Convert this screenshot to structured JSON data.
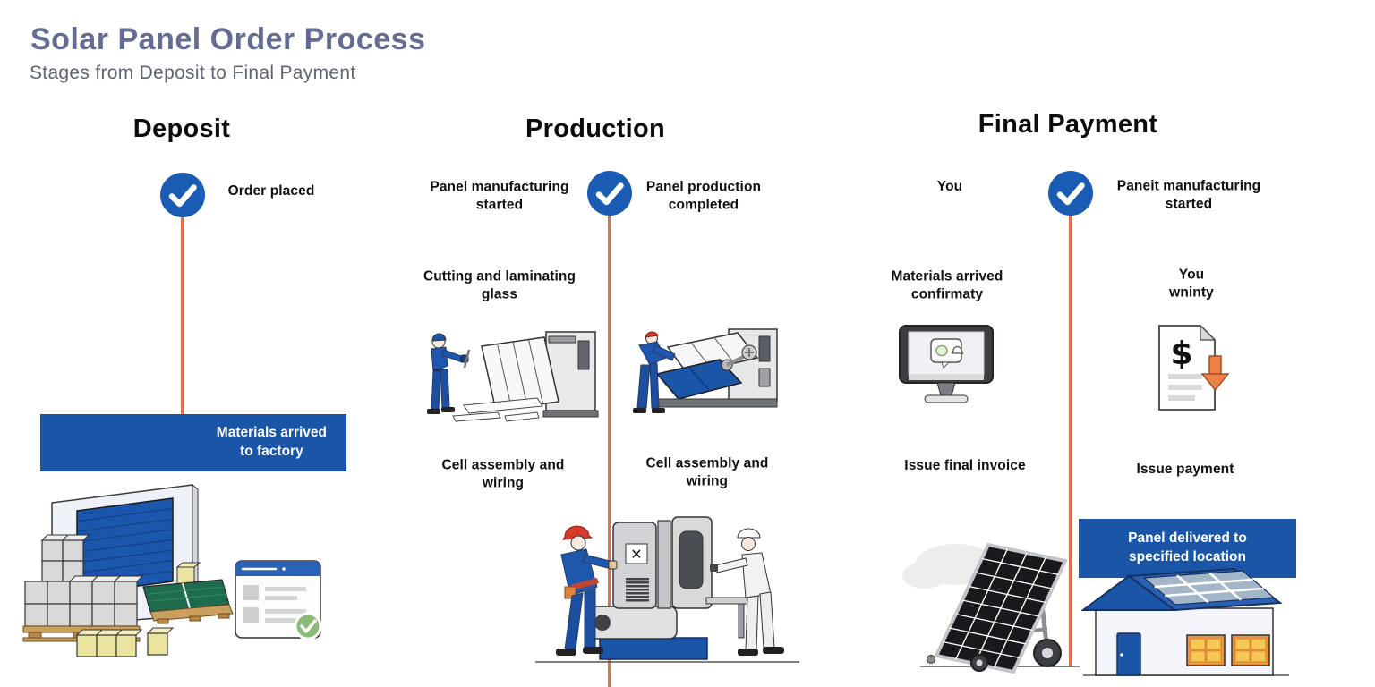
{
  "header": {
    "title": "Solar Panel Order Process",
    "subtitle": "Stages from Deposit to Final Payment"
  },
  "deposit": {
    "title": "Deposit",
    "step_label": "Order placed",
    "banner": "Materials arrived\nto factory"
  },
  "production": {
    "title": "Production",
    "step_left": "Panel manufacturing\nstarted",
    "step_right": "Panel production\ncompleted",
    "cutting_label": "Cutting and laminating\nglass",
    "cell_left_label": "Cell assembly and\nwiring",
    "cell_right_label": "Cell assembly and\nwiring"
  },
  "final_payment": {
    "title": "Final Payment",
    "step_left": "You",
    "step_right": "Paneit manufacturing\nstarted",
    "materials_label": "Materials arrived\nconfirmaty",
    "you_label": "You\nwninty",
    "invoice_label": "Issue final invoice",
    "payment_label": "Issue payment",
    "banner": "Panel delivered to\nspecified location"
  },
  "icons": {
    "dollar_icon": "$",
    "x_sticker_icon": "✕",
    "check_icon": "✓"
  },
  "colors": {
    "title_text": "#646c94",
    "subtitle_text": "#5d6574",
    "label_text": "#111111",
    "accent_blue": "#1b55a8",
    "check_blue": "#1a5cb3",
    "timeline_orange": "#e1714b",
    "arrow_orange": "#ef8049",
    "badge_green": "#8abb77",
    "panel_green": "#1e6b4e",
    "box_yellow": "#eae4a0"
  }
}
